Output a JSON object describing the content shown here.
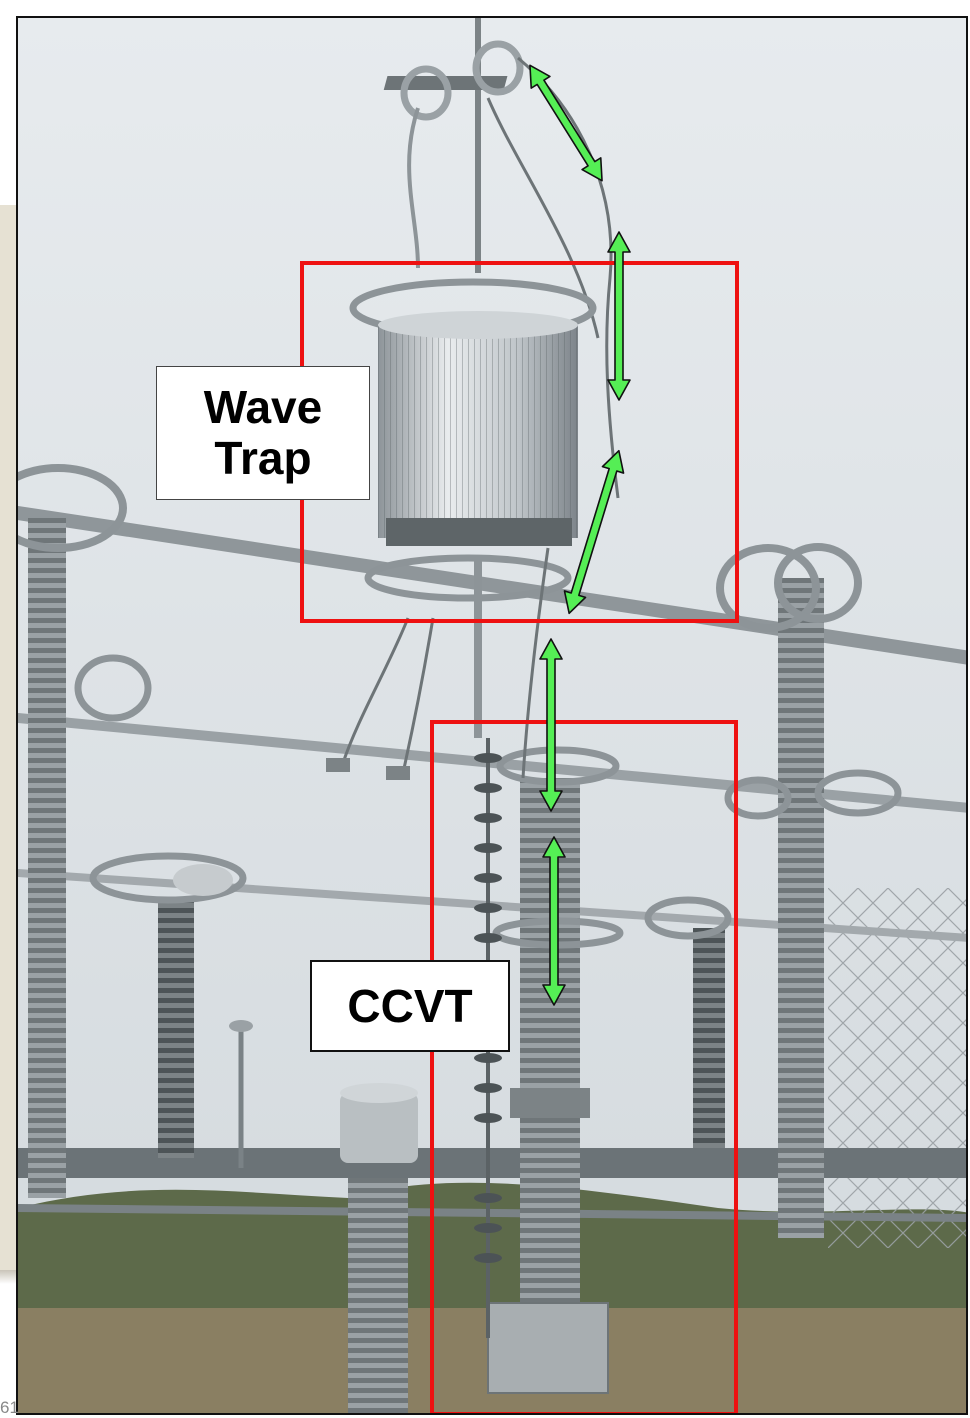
{
  "labels": {
    "wave_trap_line1": "Wave",
    "wave_trap_line2": "Trap",
    "ccvt": "CCVT"
  },
  "slide_number": "61",
  "colors": {
    "highlight_box": "#ee1111",
    "arrow_fill": "#55ee55",
    "arrow_stroke": "#111111",
    "sky": "#dfe4e8",
    "slide_background": "#e6e1d3"
  }
}
